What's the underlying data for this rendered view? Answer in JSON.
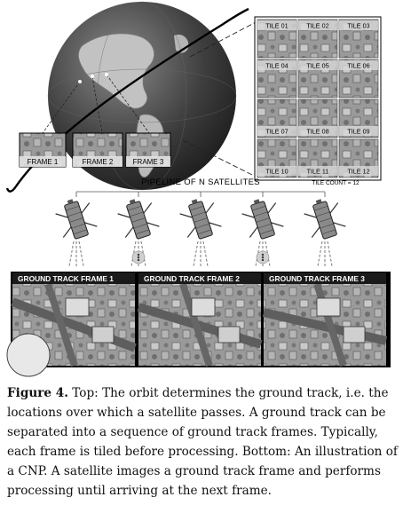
{
  "tiles": [
    "TILE 01",
    "TILE 02",
    "TILE 03",
    "TILE 04",
    "TILE 05",
    "TILE 06",
    "TILE 07",
    "TILE 08",
    "TILE 09",
    "TILE 10",
    "TILE 11",
    "TILE 12"
  ],
  "tile_count": "TILE COUNT = 12",
  "globe_frames": [
    "FRAME 1",
    "FRAME 2",
    "FRAME 3"
  ],
  "pipeline_label": "PIPELINE OF N SATELLITES",
  "ground_frames": [
    "GROUND TRACK FRAME 1",
    "GROUND TRACK FRAME 2",
    "GROUND TRACK FRAME 3"
  ],
  "caption": {
    "label": "Figure 4.",
    "text": " Top: The orbit determines the ground track, i.e. the locations over which a satellite passes. A ground track can be separated into a sequence of ground track frames. Typically, each frame is tiled before processing. Bottom: An illustration of a CNP. A satellite images a ground track frame and performs processing until arriving at the next frame."
  },
  "colors": {
    "frame": "#000000",
    "tile_bg": "#8c8c8c",
    "label_bar": "#1a1a1a",
    "ocean": "#4a4a4a",
    "land": "#bdbdbd"
  }
}
